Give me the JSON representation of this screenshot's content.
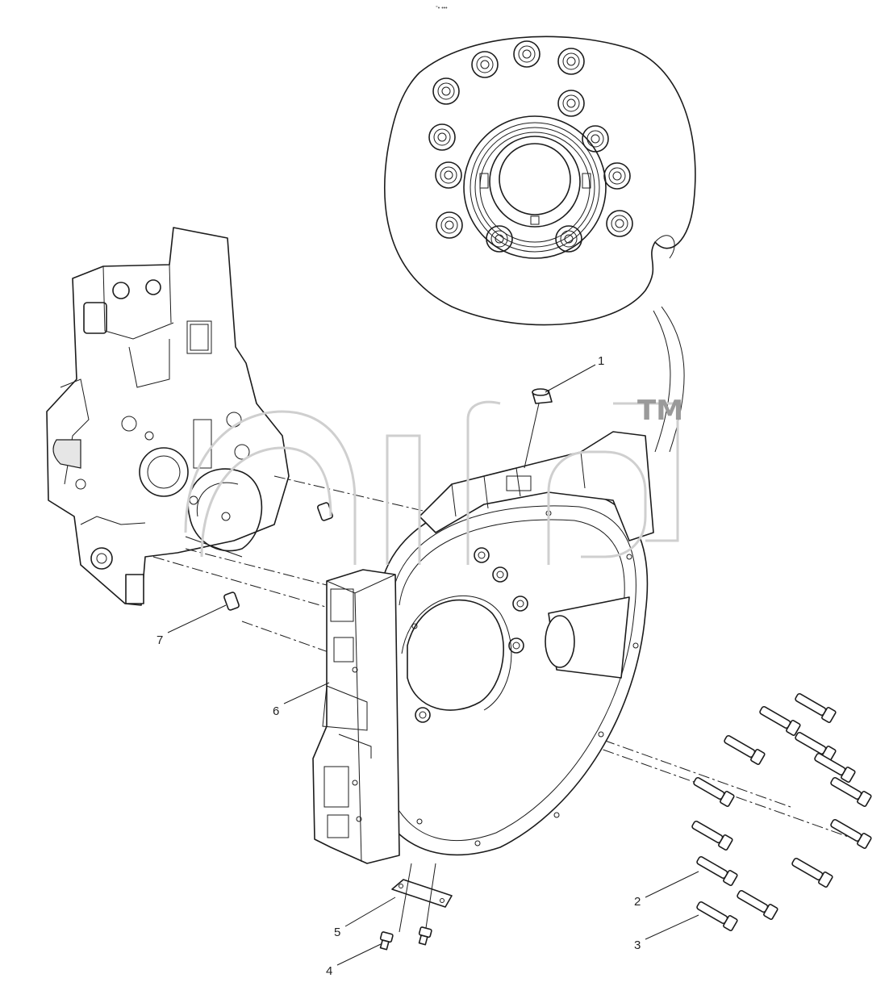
{
  "header_mark": "°• •••",
  "watermark": {
    "tm": "TM"
  },
  "callouts": [
    {
      "id": "1",
      "label": "1"
    },
    {
      "id": "2",
      "label": "2"
    },
    {
      "id": "3",
      "label": "3"
    },
    {
      "id": "4",
      "label": "4"
    },
    {
      "id": "5",
      "label": "5"
    },
    {
      "id": "6",
      "label": "6"
    },
    {
      "id": "7",
      "label": "7"
    }
  ]
}
